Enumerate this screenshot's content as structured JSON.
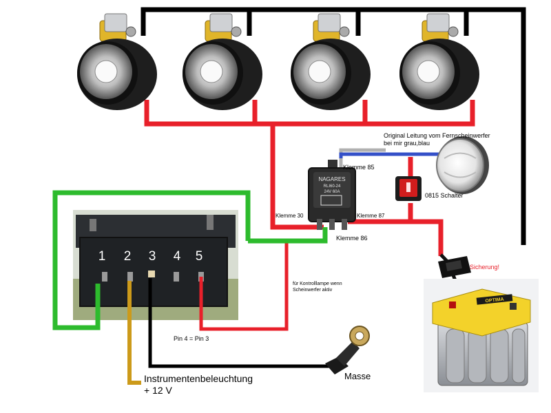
{
  "labels": {
    "original_line": "Original Leitung vom Fernscheinwerfer",
    "original_line_2": "bei mir grau,blau",
    "klemme85": "Klemme 85",
    "klemme30": "Klemme  30",
    "klemme87": "Klemme 87",
    "klemme86": "Klemme 86",
    "schalter": "0815 Schalter",
    "sicherung": "Sicherung!",
    "kontroll_1": "für Kontrolllampe wenn",
    "kontroll_2": "Scheinwerfer aktiv",
    "pin_note": "Pin 4 = Pin 3",
    "masse": "Masse",
    "instrument_1": "Instrumentenbeleuchtung",
    "instrument_2": "+ 12 V"
  },
  "connector_pins": [
    "1",
    "2",
    "3",
    "4",
    "5"
  ],
  "relay": {
    "brand": "NAGARES",
    "model": "RLI60-24",
    "rating": "24V 60A"
  },
  "battery": {
    "brand": "OPTIMA"
  },
  "wire_colors": {
    "positive": "#e8202a",
    "ground": "#000000",
    "switch_signal": "#2dbb2d",
    "original_line": "#3450c8",
    "instrument": "#cc9a1a"
  }
}
